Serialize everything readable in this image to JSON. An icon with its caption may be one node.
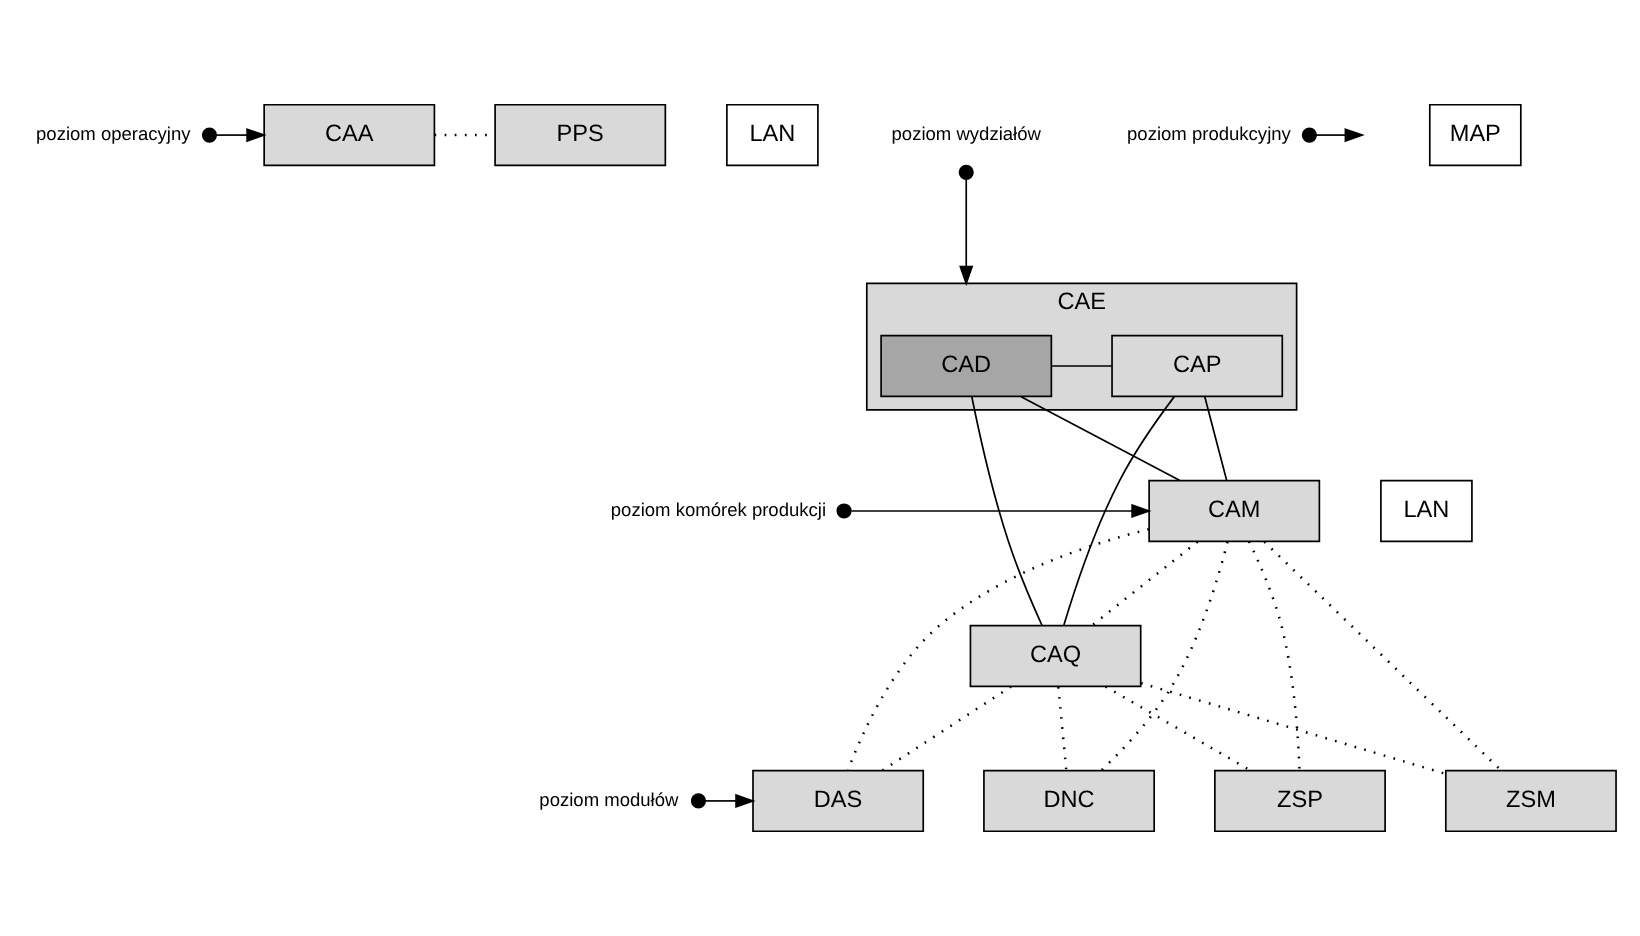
{
  "diagram": {
    "nodes": [
      {
        "text": [
          "poziom operacyjny"
        ]
      },
      {
        "text": [
          "CAA"
        ]
      },
      {
        "text": [
          "LAN"
        ]
      },
      {
        "text": [
          "PPS"
        ]
      },
      {
        "text": [
          "poziom wydziałów"
        ]
      },
      {
        "text": [
          "CAE"
        ]
      },
      {
        "text": [
          "CAD"
        ],
        "in": 5
      },
      {
        "text": [
          "CAP"
        ],
        "in": 5
      },
      {
        "text": [
          "poziom produkcyjny"
        ]
      },
      {
        "text": [
          "CAQ"
        ]
      },
      {
        "text": [
          "poziom komórek produkcji"
        ]
      },
      {
        "text": [
          "CAM"
        ]
      },
      {
        "text": [
          "LAN"
        ]
      },
      {
        "text": [
          "MAP"
        ]
      },
      {
        "text": [
          "poziom modułów"
        ]
      },
      {
        "text": [
          "DAS"
        ]
      },
      {
        "text": [
          "DNC"
        ]
      },
      {
        "text": [
          "ZSP"
        ]
      },
      {
        "text": [
          "ZSM"
        ]
      }
    ],
    "edges": [
      {
        "from": 0,
        "to": 1,
        "arrow": "to"
      },
      {
        "from": 1,
        "to": 3,
        "arrow": "none",
        "style": "dashed"
      },
      {
        "from": 4,
        "to": 5,
        "arrow": "to"
      },
      {
        "from": 6,
        "to": 7,
        "arrow": "none"
      },
      {
        "from": 8,
        "to": null,
        "arrow": "to"
      },
      {
        "from": 6,
        "to": 11,
        "arrow": "none"
      },
      {
        "from": 7,
        "to": 11,
        "arrow": "none"
      },
      {
        "from": 6,
        "to": 9,
        "arrow": "none"
      },
      {
        "from": 7,
        "to": 9,
        "arrow": "none"
      },
      {
        "from": 10,
        "to": 11,
        "arrow": "to"
      },
      {
        "from": 11,
        "to": 9,
        "arrow": "none",
        "style": "dashed"
      },
      {
        "from": 14,
        "to": 15,
        "arrow": "to"
      },
      {
        "from": 11,
        "to": 15,
        "arrow": "none",
        "style": "dashed"
      },
      {
        "from": 11,
        "to": 16,
        "arrow": "none",
        "style": "dashed"
      },
      {
        "from": 11,
        "to": 17,
        "arrow": "none",
        "style": "dashed"
      },
      {
        "from": 11,
        "to": 18,
        "arrow": "none",
        "style": "dashed"
      },
      {
        "from": 9,
        "to": 15,
        "arrow": "none",
        "style": "dashed"
      },
      {
        "from": 9,
        "to": 16,
        "arrow": "none",
        "style": "dashed"
      },
      {
        "from": 9,
        "to": 17,
        "arrow": "none",
        "style": "dashed"
      },
      {
        "from": 9,
        "to": 18,
        "arrow": "none",
        "style": "dashed"
      }
    ]
  }
}
